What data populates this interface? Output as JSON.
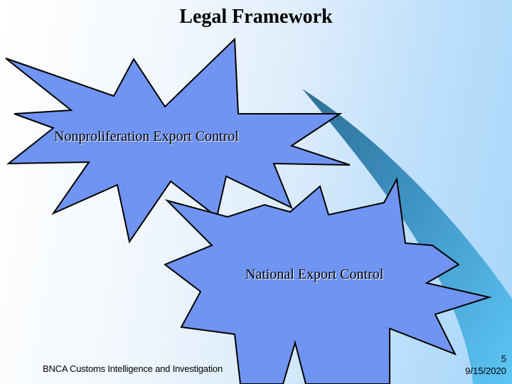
{
  "slide": {
    "title": "Legal Framework",
    "shape_labels": [
      "Nonproliferation Export Control",
      "National Export Control"
    ],
    "footer_left": "BNCA Customs Intelligence and Investigation",
    "page_number": "5",
    "date": "9/15/2020"
  },
  "colors": {
    "starburst_fill": "#6f94f2",
    "starburst_stroke": "#000000",
    "swoosh_dark": "#2c6f95",
    "swoosh_light": "#5cc6f5"
  }
}
